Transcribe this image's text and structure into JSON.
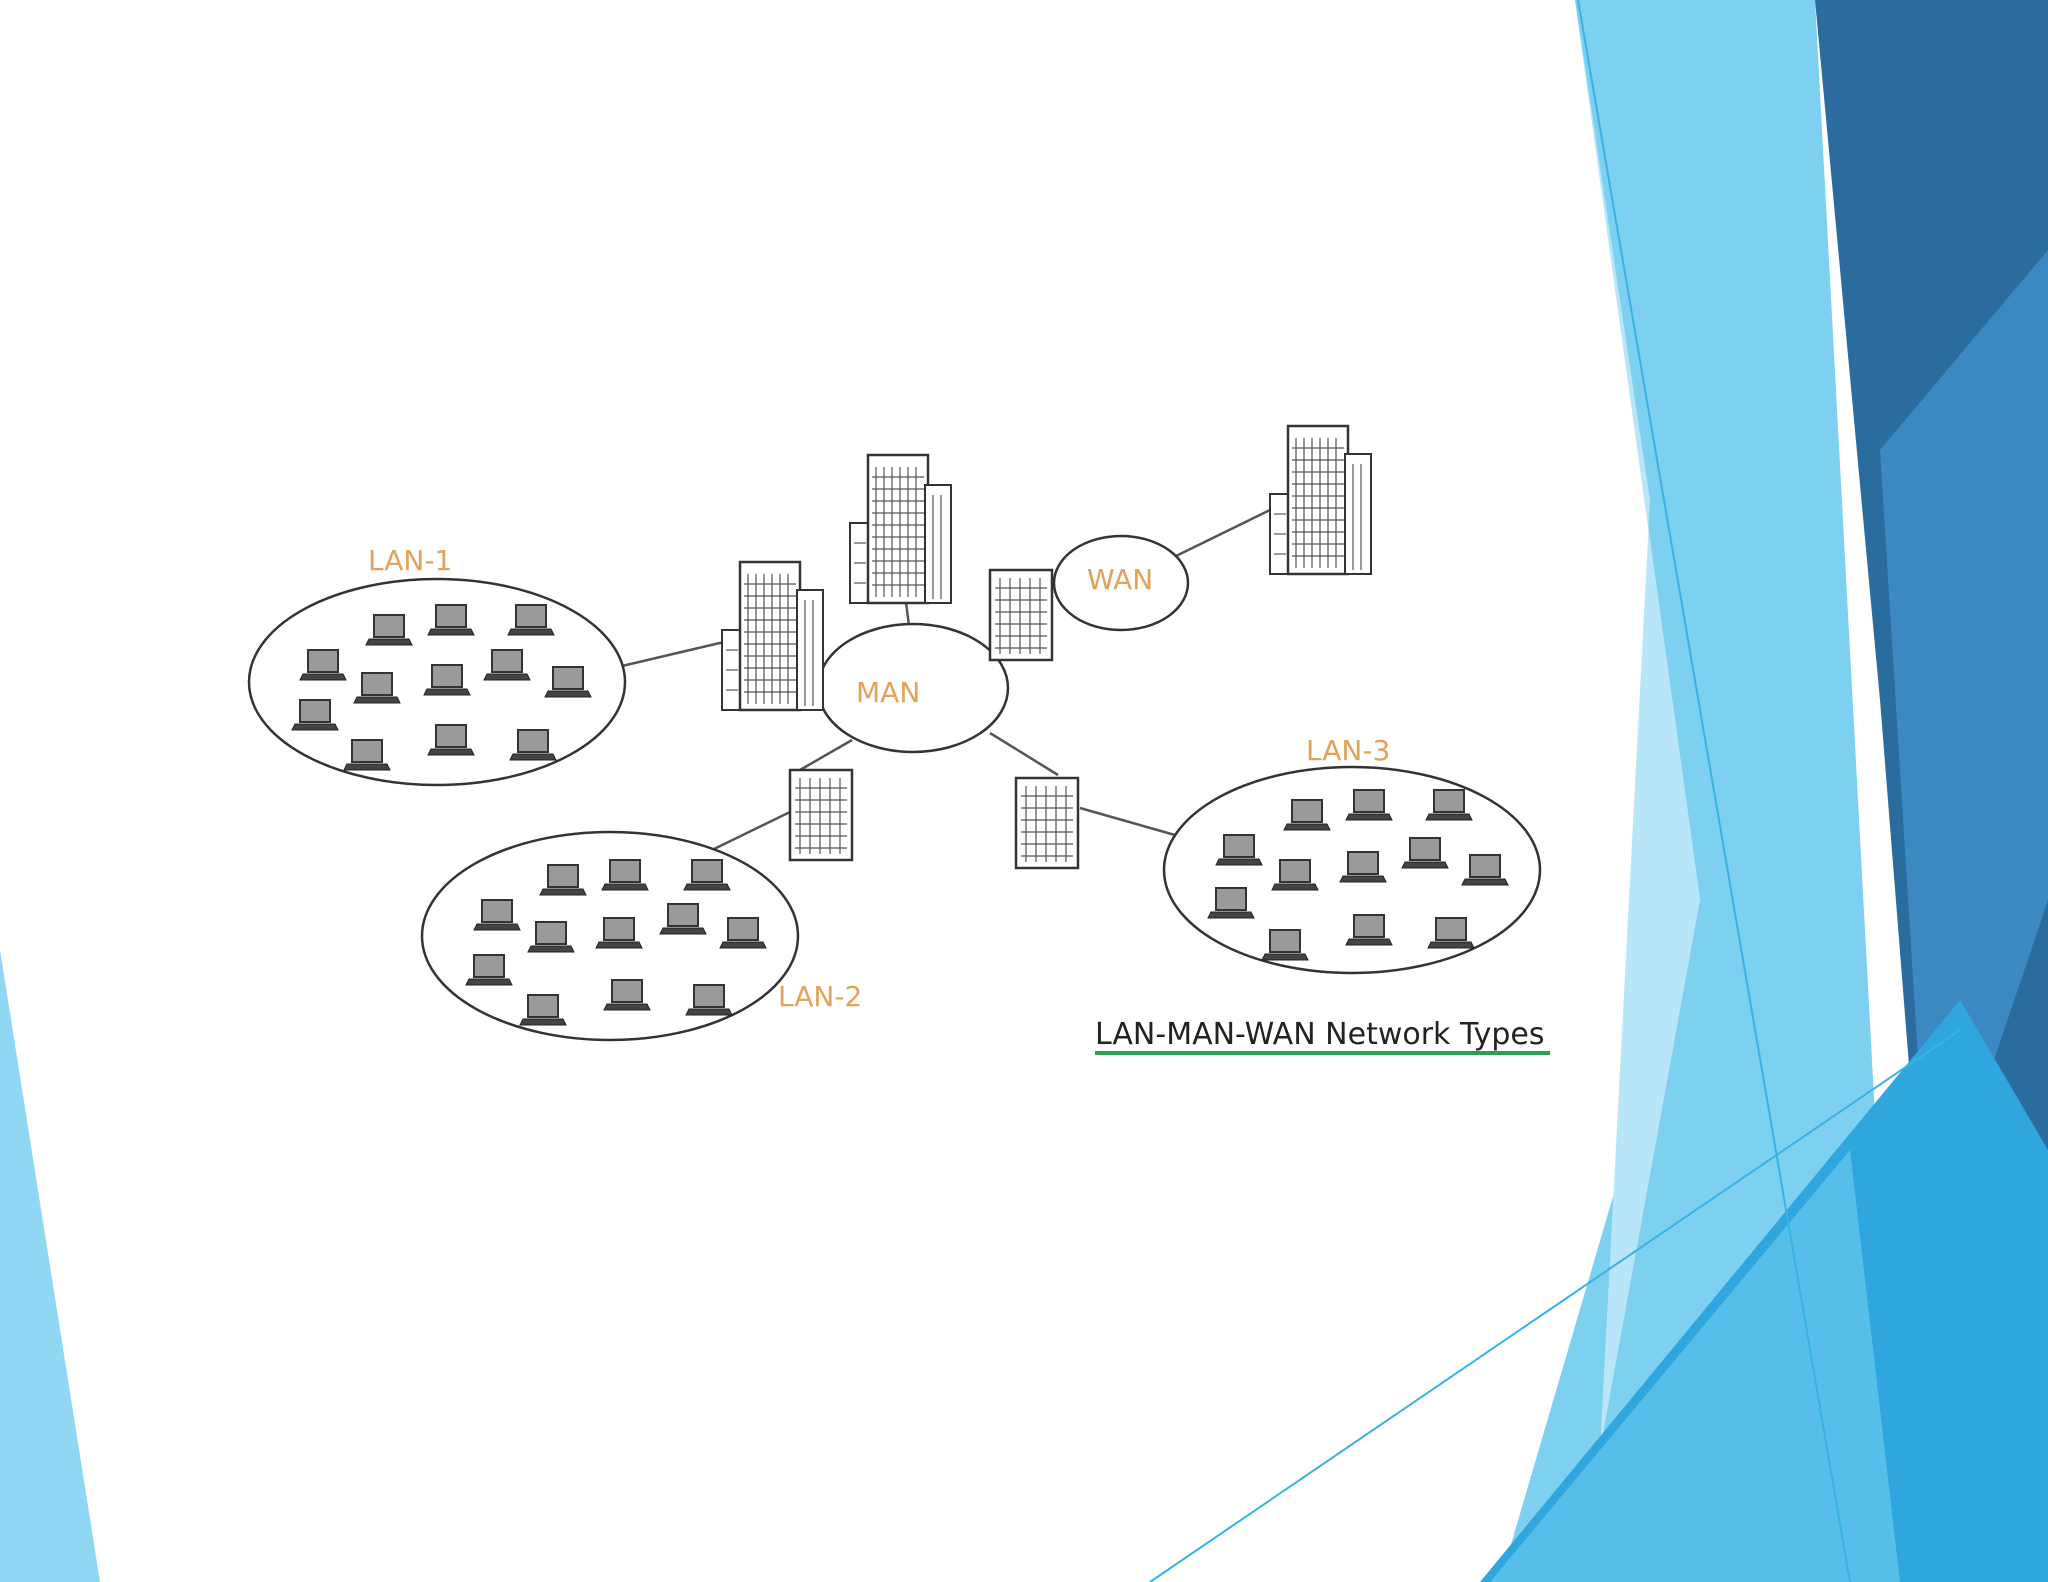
{
  "diagram": {
    "title": "LAN-MAN-WAN Network Types",
    "labels": {
      "lan1": "LAN-1",
      "lan2": "LAN-2",
      "lan3": "LAN-3",
      "man": "MAN",
      "wan": "WAN"
    }
  },
  "colors": {
    "label": "#e3a15a",
    "title_underline": "#2e9e4f",
    "accent_light": "#7fd1f0",
    "accent_mid": "#2fa6dd",
    "accent_dark": "#2b6c9e"
  },
  "icons": [
    "laptop-icon",
    "building-icon"
  ]
}
